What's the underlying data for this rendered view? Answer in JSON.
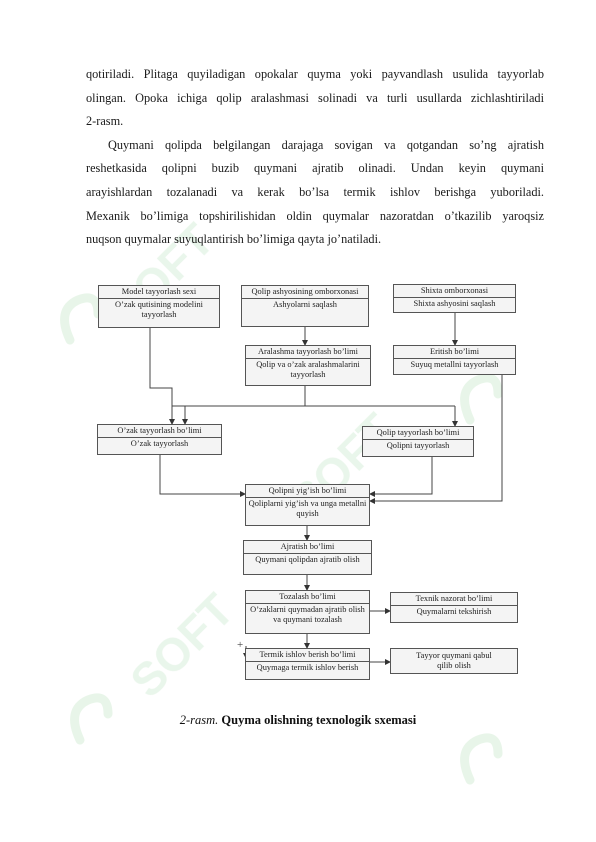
{
  "paragraph1": {
    "lines": [
      "qotiriladi. Plitaga quyiladigan opokalar quyma yoki payvandlash usulida tayyorlab",
      "olingan. Opoka ichiga qolip aralashmasi solinadi va turli usullarda zichlashtiriladi",
      "2-rasm."
    ]
  },
  "paragraph2": {
    "lines": [
      "Quymani qolipda belgilangan darajaga sovigan va qotgandan so’ng ajratish",
      "reshetkasida qolipni buzib quymani ajratib olinadi. Undan keyin quymani",
      "arayishlardan tozalanadi va kerak bo’lsa termik ishlov berishga yuboriladi.",
      "Mexanik bo’limiga topshirilishidan oldin quymalar nazoratdan o’tkazilib yaroqsiz",
      "nuqson quymalar suyuqlantirish bo’limiga qayta jo’natiladi."
    ]
  },
  "diagram": {
    "model": {
      "title": "Model tayyorlash sexi",
      "body": "O’zak qutisining modelini tayyorlash"
    },
    "material_store": {
      "title": "Qolip ashyosining omborxonasi",
      "body": "Ashyolarni saqlash"
    },
    "charge_store": {
      "title": "Shixta omborxonasi",
      "body": "Shixta ashyosini saqlash"
    },
    "mixing": {
      "title": "Aralashma tayyorlash bo’limi",
      "body": "Qolip va o’zak aralashmalarini tayyorlash"
    },
    "melting": {
      "title": "Eritish bo’limi",
      "body": "Suyuq metallni tayyorlash"
    },
    "core": {
      "title": "O’zak tayyorlash bo’limi",
      "body": "O’zak tayyorlash"
    },
    "mold": {
      "title": "Qolip tayyorlash bo’limi",
      "body": "Qolipni tayyorlash"
    },
    "assembly": {
      "title": "Qolipni yig’ish bo’limi",
      "body": "Qoliplarni yig’ish va unga metallni quyish"
    },
    "knockout": {
      "title": "Ajratish bo’limi",
      "body": "Quymani qolipdan ajratib olish"
    },
    "cleaning": {
      "title": "Tozalash bo’limi",
      "body": "O’zaklarni quymadan ajratib olish va quymani tozalash"
    },
    "inspection": {
      "title": "Texnik nazorat bo’limi",
      "body": "Quymalarni tekshirish"
    },
    "heat": {
      "title": "Termik ishlov berish bo’limi",
      "body": "Quymaga termik ishlov berish"
    },
    "finished": {
      "title": "Tayyor quymani qabul qilib olish"
    },
    "plus_mark": "+"
  },
  "caption": {
    "label": "2-rasm.",
    "title": "Quyma olishning texnologik sxemasi"
  },
  "watermark": {
    "text": "SOFT",
    "color": "#bfe3c4"
  }
}
